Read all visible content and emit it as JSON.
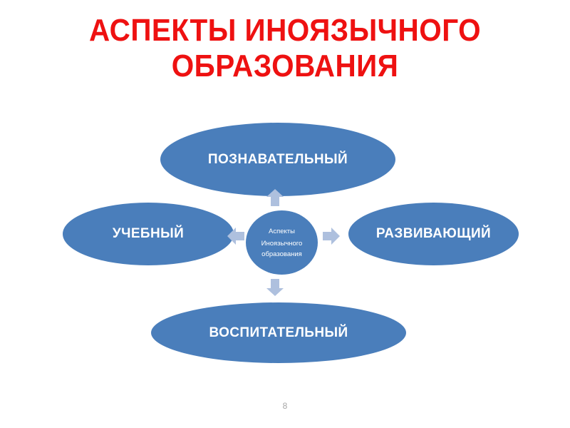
{
  "slide": {
    "title": "АСПЕКТЫ ИНОЯЗЫЧНОГО\nОБРАЗОВАНИЯ",
    "page_number": "8",
    "colors": {
      "title_red": "#EE1111",
      "node_blue": "#4A7EBB",
      "arrow_blue": "#AEC0DE",
      "node_text": "#FFFFFF",
      "background": "#FFFFFF",
      "page_number": "#A6A6A6"
    }
  },
  "diagram": {
    "center": {
      "line1": "Аспекты",
      "line2": "Иноязычного",
      "line3": "образования"
    },
    "nodes": [
      {
        "id": "top",
        "label": "ПОЗНАВАТЕЛЬНЫЙ"
      },
      {
        "id": "left",
        "label": "УЧЕБНЫЙ"
      },
      {
        "id": "right",
        "label": "РАЗВИВАЮЩИЙ"
      },
      {
        "id": "bottom",
        "label": "ВОСПИТАТЕЛЬНЫЙ"
      }
    ],
    "arrows": [
      {
        "id": "up",
        "icon": "arrow-up-icon"
      },
      {
        "id": "down",
        "icon": "arrow-down-icon"
      },
      {
        "id": "left",
        "icon": "arrow-left-icon"
      },
      {
        "id": "right",
        "icon": "arrow-right-icon"
      }
    ]
  }
}
